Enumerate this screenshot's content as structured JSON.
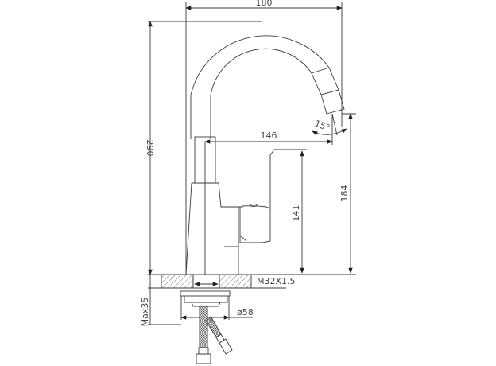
{
  "drawing": {
    "subject": "Kitchen faucet dimension drawing",
    "line_color": "#3a3a3a",
    "dimensions": {
      "spout_reach_total": "180",
      "total_height": "290",
      "angle": "15°",
      "spout_reach_inner": "146",
      "spout_outlet_height": "184",
      "handle_height": "141",
      "thread": "M32X1.5",
      "base_diameter": "ø58",
      "max_counter_thickness": "Max35"
    }
  }
}
